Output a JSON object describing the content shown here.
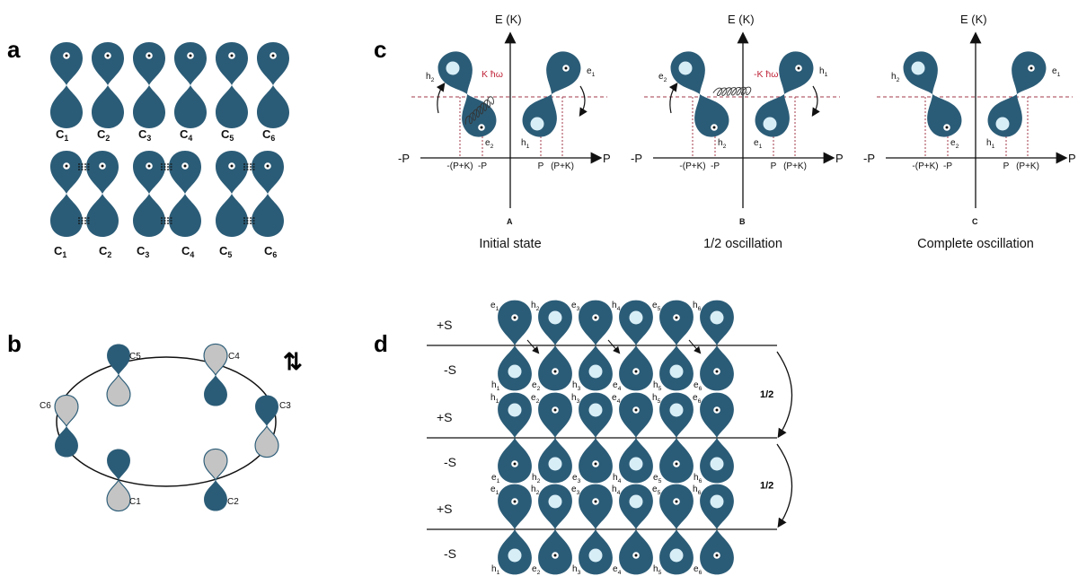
{
  "panels": {
    "a": {
      "letter": "a",
      "row1_labels": [
        "C1",
        "C2",
        "C3",
        "C4",
        "C5",
        "C6"
      ],
      "row2_labels": [
        "C1",
        "C2",
        "C3",
        "C4",
        "C5",
        "C6"
      ]
    },
    "b": {
      "letter": "b",
      "labels": [
        "C5",
        "C4",
        "C6",
        "C3",
        "C1",
        "C2"
      ],
      "spin_symbol": "⇅"
    },
    "c": {
      "letter": "c",
      "y_axis_label": "E (K)",
      "x_pos_label": "P",
      "x_neg_label": "-P",
      "plots": [
        {
          "letter": "A",
          "caption": "Initial state",
          "photon_label": "K ħω",
          "orbitals": [
            "h2",
            "e1",
            "e2",
            "h1"
          ],
          "ticks": [
            "-(P+K)",
            "-P",
            "P",
            "(P+K)"
          ]
        },
        {
          "letter": "B",
          "caption": "1/2 oscillation",
          "photon_label": "-K ħω",
          "orbitals": [
            "e2",
            "h1",
            "h2",
            "e1"
          ],
          "ticks": [
            "-(P+K)",
            "-P",
            "P",
            "(P+K)"
          ]
        },
        {
          "letter": "C",
          "caption": "Complete oscillation",
          "photon_label": "",
          "orbitals": [
            "h2",
            "e1",
            "e2",
            "h1"
          ],
          "ticks": [
            "-(P+K)",
            "-P",
            "P",
            "(P+K)"
          ]
        }
      ]
    },
    "d": {
      "letter": "d",
      "row_labels": [
        "+S",
        "-S",
        "+S",
        "-S",
        "+S",
        "-S"
      ],
      "half_label": "1/2",
      "row_top_labels": [
        [
          "e1",
          "h2",
          "e3",
          "h4",
          "e5",
          "h6"
        ],
        [
          "h1",
          "e2",
          "h3",
          "e4",
          "h5",
          "e6"
        ],
        [
          "e1",
          "h2",
          "e3",
          "h4",
          "e5",
          "h6"
        ]
      ],
      "row_bottom_labels": [
        [
          "h1",
          "e2",
          "h3",
          "e4",
          "h5",
          "e6"
        ],
        [
          "e1",
          "h2",
          "e3",
          "h4",
          "e5",
          "h6"
        ],
        [
          "h1",
          "e2",
          "h3",
          "e4",
          "h5",
          "e6"
        ]
      ]
    }
  },
  "colors": {
    "orbital_blue": "#2b5c77",
    "orbital_grey": "#c4c4c4",
    "dashed_red": "#a3384a",
    "photon_red": "#c0253a"
  }
}
